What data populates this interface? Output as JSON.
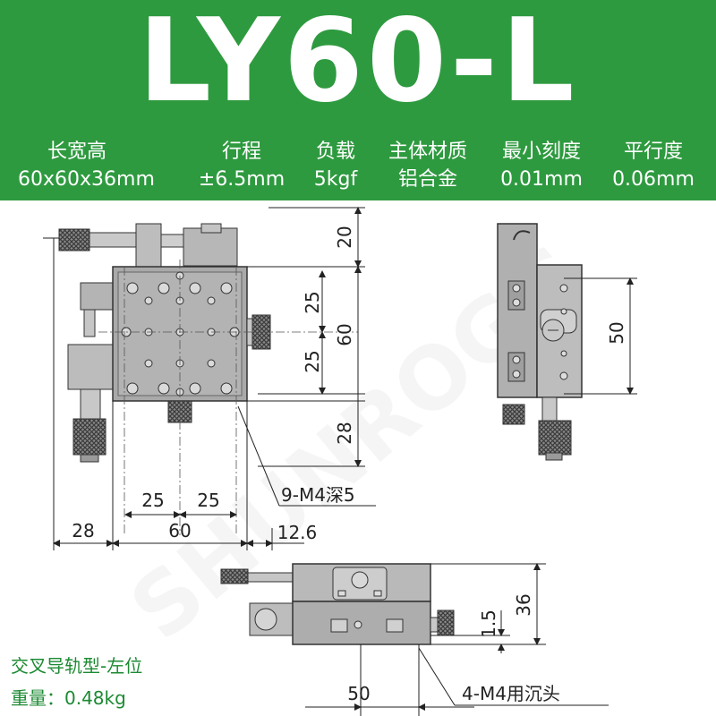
{
  "title": "LY60-L",
  "specs": [
    {
      "label": "长宽高",
      "value": "60x60x36mm"
    },
    {
      "label": "行程",
      "value": "±6.5mm"
    },
    {
      "label": "负载",
      "value": "5kgf"
    },
    {
      "label": "主体材质",
      "value": "铝合金"
    },
    {
      "label": "最小刻度",
      "value": "0.01mm"
    },
    {
      "label": "平行度",
      "value": "0.06mm"
    }
  ],
  "dims": {
    "d20": "20",
    "d25a": "25",
    "d60v": "60",
    "d25b": "25",
    "d28v": "28",
    "d25h1": "25",
    "d25h2": "25",
    "d28h": "28",
    "d60h": "60",
    "d12_6": "12.6",
    "side50": "50",
    "d36": "36",
    "d1_5": "1.5",
    "bottom50": "50"
  },
  "callouts": {
    "holes": "9-M4深5",
    "counterbore": "4-M4用沉头"
  },
  "notes": {
    "type": "交叉导轨型-左位",
    "weight": "重量：0.48kg"
  },
  "watermark": "SHUNROGG",
  "colors": {
    "banner": "#2e9a3f",
    "note": "#1d8a33"
  }
}
